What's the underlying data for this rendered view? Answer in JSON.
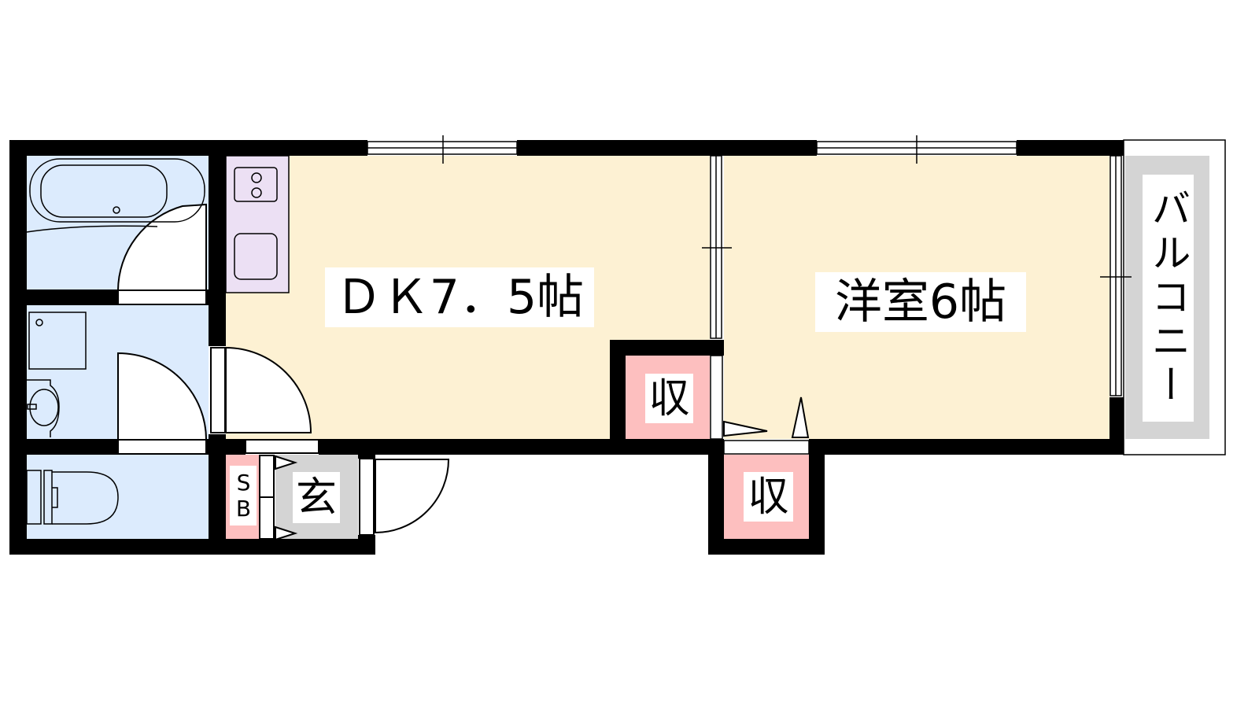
{
  "rooms": {
    "dk": "ＤＫ7．5帖",
    "western": "洋室6帖",
    "balcony": "バルコニー",
    "entrance": "玄",
    "shoe_box": "SB",
    "storage_1": "収",
    "storage_2": "収"
  },
  "colors": {
    "wall": "#000000",
    "wet_area": "#dcebfd",
    "living": "#fdf1d3",
    "kitchen": "#ece0f4",
    "storage": "#fdbfbf",
    "entrance": "#d4d4d4",
    "balcony": "#d4d4d4"
  }
}
